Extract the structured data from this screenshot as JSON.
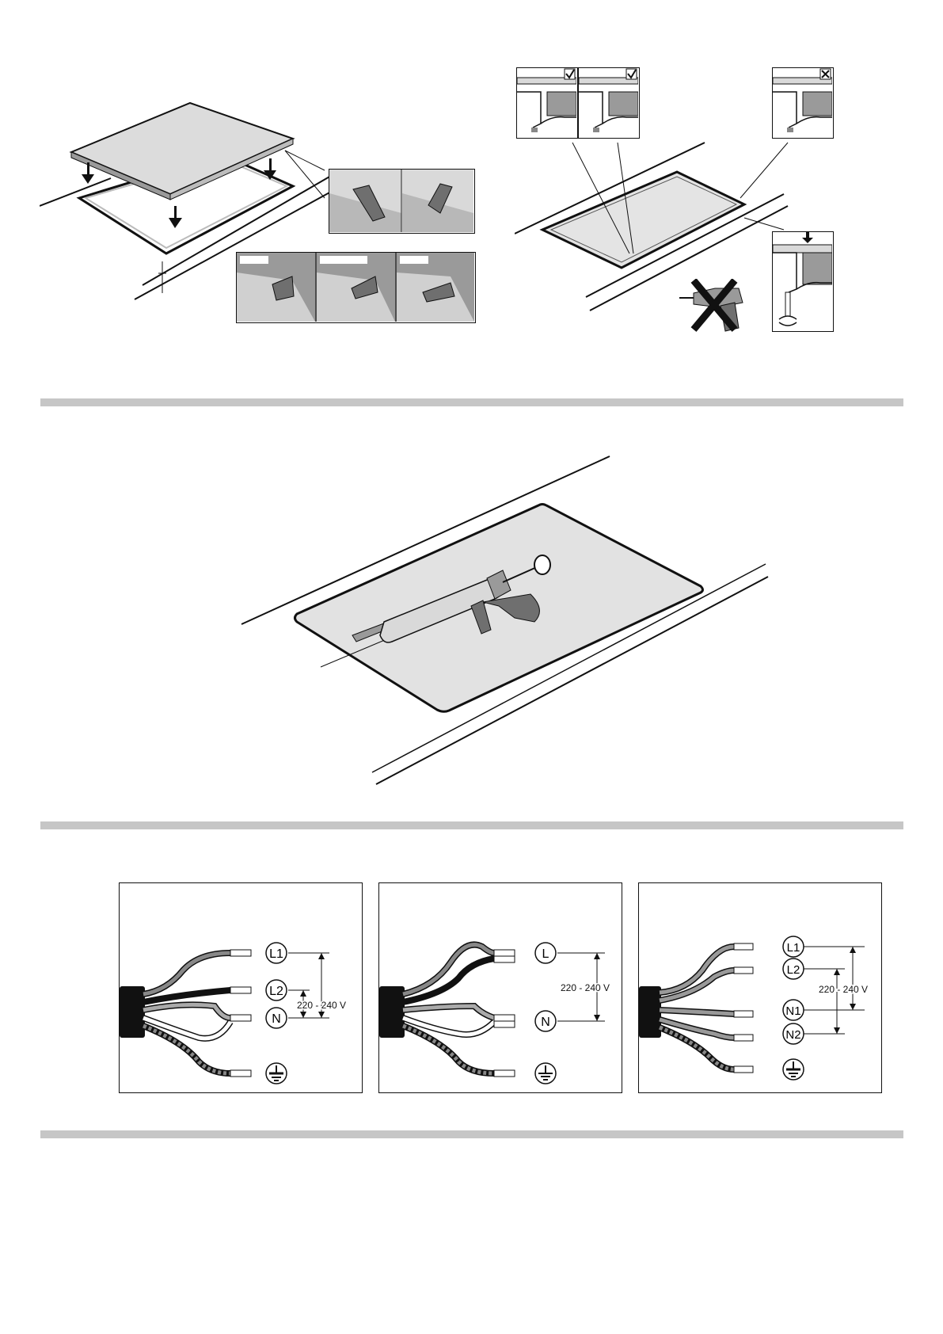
{
  "palette": {
    "line": "#111111",
    "gray_dark": "#6f6f6f",
    "gray_mid": "#9a9a9a",
    "gray_light": "#d9d9d9",
    "separator": "#c6c6c6"
  },
  "icons": {
    "ok_mark": "check-icon",
    "bad_mark": "cross-icon",
    "ground": "ground-symbol-icon"
  },
  "wiring": {
    "panels": [
      {
        "id": "panel-1",
        "terminals": [
          "L1",
          "L2",
          "N"
        ],
        "voltage": "220 - 240 V"
      },
      {
        "id": "panel-2",
        "terminals": [
          "L",
          "N"
        ],
        "voltage": "220 - 240 V"
      },
      {
        "id": "panel-3",
        "terminals": [
          "L1",
          "L2",
          "N1",
          "N2"
        ],
        "voltage": "220 - 240 V"
      }
    ]
  }
}
